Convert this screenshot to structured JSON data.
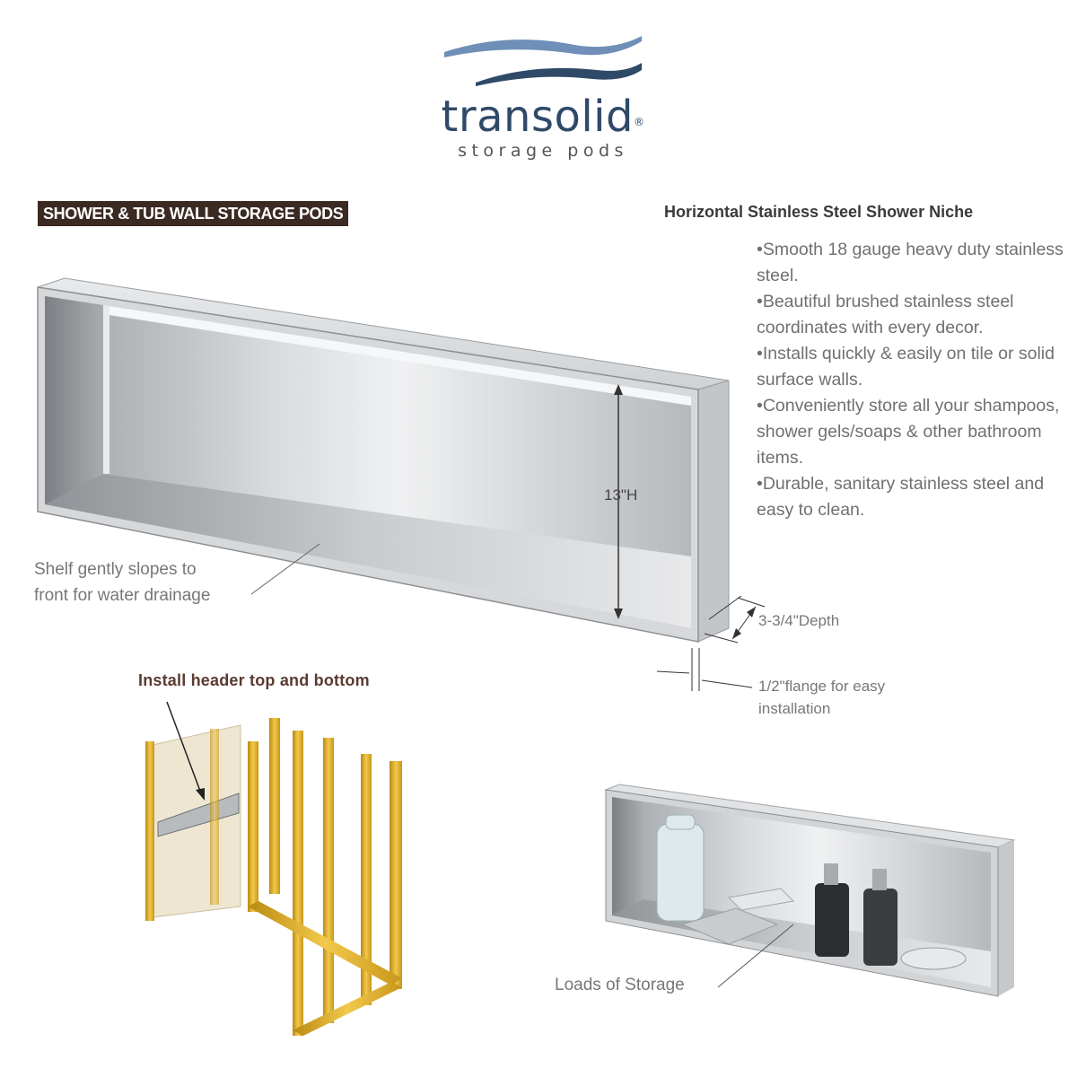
{
  "brand": {
    "name": "transolid",
    "registered_mark": "®",
    "tagline": "storage pods",
    "wave_colors": [
      "#6f8fb8",
      "#2f4a68"
    ]
  },
  "section_banner": "SHOWER & TUB WALL STORAGE PODS",
  "product": {
    "title": "Horizontal Stainless Steel Shower Niche",
    "features": [
      "Smooth 18 gauge heavy duty stainless steel.",
      "Beautiful brushed stainless steel coordinates with every decor.",
      "Installs quickly & easily on tile or solid surface walls.",
      "Conveniently store all your shampoos, shower gels/soaps & other bathroom items.",
      "Durable, sanitary stainless steel and easy to clean."
    ]
  },
  "callouts": {
    "height": "13\"H",
    "shelf_line1": "Shelf gently slopes to",
    "shelf_line2": "front for water drainage",
    "depth": "3-3/4\"Depth",
    "flange_line1": "1/2\"flange for easy",
    "flange_line2": "installation",
    "install": "Install header top and bottom",
    "storage": "Loads of Storage"
  },
  "colors": {
    "banner_bg": "#3b2a22",
    "stainless_light": "#e2e4e6",
    "stainless_dark": "#8c9094",
    "framing_gold": "#d9a520"
  }
}
